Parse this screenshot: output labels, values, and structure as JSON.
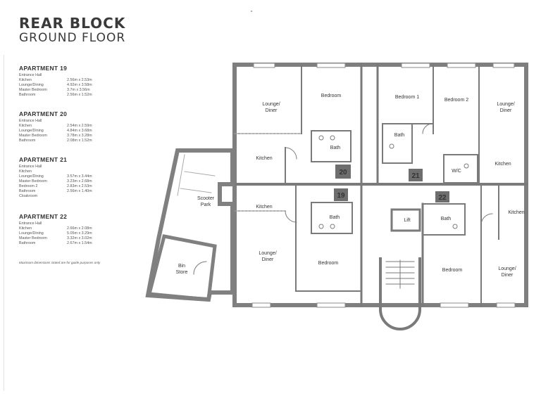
{
  "title": {
    "main": "REAR BLOCK",
    "sub": "GROUND FLOOR"
  },
  "apartments": [
    {
      "title": "APARTMENT 19",
      "rooms": [
        {
          "name": "Entrance Hall",
          "dims": ""
        },
        {
          "name": "Kitchen",
          "dims": "2.56m x 2.53m"
        },
        {
          "name": "Lounge/Dining",
          "dims": "4.92m x 3.58m"
        },
        {
          "name": "Master Bedroom",
          "dims": "3.7m x 3.56m"
        },
        {
          "name": "Bathroom",
          "dims": "2.56m x 1.52m"
        }
      ]
    },
    {
      "title": "APARTMENT 20",
      "rooms": [
        {
          "name": "Entrance Hall",
          "dims": ""
        },
        {
          "name": "Kitchen",
          "dims": "2.54m x 2.59m"
        },
        {
          "name": "Lounge/Dining",
          "dims": "4.84m x 3.68m"
        },
        {
          "name": "Master Bedroom",
          "dims": "3.78m x 3.28m"
        },
        {
          "name": "Bathroom",
          "dims": "2.08m x 1.52m"
        }
      ]
    },
    {
      "title": "APARTMENT 21",
      "rooms": [
        {
          "name": "Entrance Hall",
          "dims": ""
        },
        {
          "name": "Kitchen",
          "dims": ""
        },
        {
          "name": "Lounge/Dining",
          "dims": "3.57m x 3.44m"
        },
        {
          "name": "Master Bedroom",
          "dims": "3.23m x 2.68m"
        },
        {
          "name": "Bedroom 2",
          "dims": "2.83m x 2.53m"
        },
        {
          "name": "Bathroom",
          "dims": "2.56m x 1.40m"
        },
        {
          "name": "Cloakroom",
          "dims": ""
        }
      ]
    },
    {
      "title": "APARTMENT 22",
      "rooms": [
        {
          "name": "Entrance Hall",
          "dims": ""
        },
        {
          "name": "Kitchen",
          "dims": "2.66m x 2.08m"
        },
        {
          "name": "Lounge/Dining",
          "dims": "5.05m x 3.29m"
        },
        {
          "name": "Master Bedroom",
          "dims": "3.32m x 3.02m"
        },
        {
          "name": "Bathroom",
          "dims": "2.67m x 1.54m"
        }
      ]
    }
  ],
  "footnote": "Maximum dimensions stated are for guide purposes only",
  "plan": {
    "rooms": {
      "lounge_19": "Lounge/\nDiner",
      "bedroom_19": "Bedroom",
      "kitchen_19": "Kitchen",
      "bath_19": "Bath",
      "bedroom1_21": "Bedroom 1",
      "bedroom2_21": "Bedroom 2",
      "lounge_21": "Lounge/\nDiner",
      "bath_21": "Bath",
      "wc_21": "W/C",
      "kitchen_21": "Kitchen",
      "kitchen_20": "Kitchen",
      "bath_20": "Bath",
      "lounge_20": "Lounge/\nDiner",
      "bedroom_20": "Bedroom",
      "lift": "Lift",
      "bath_22": "Bath",
      "kitchen_22": "Kitchen",
      "bedroom_22": "Bedroom",
      "lounge_22": "Lounge/\nDiner",
      "scooter": "Scooter\nPark",
      "bin": "Bin\nStore"
    },
    "badges": {
      "a20": "20",
      "a19": "19",
      "a21": "21",
      "a22": "22"
    },
    "colors": {
      "wall": "#7a7a7a",
      "badge": "#6e6e6e",
      "fixture": "#888888"
    }
  }
}
